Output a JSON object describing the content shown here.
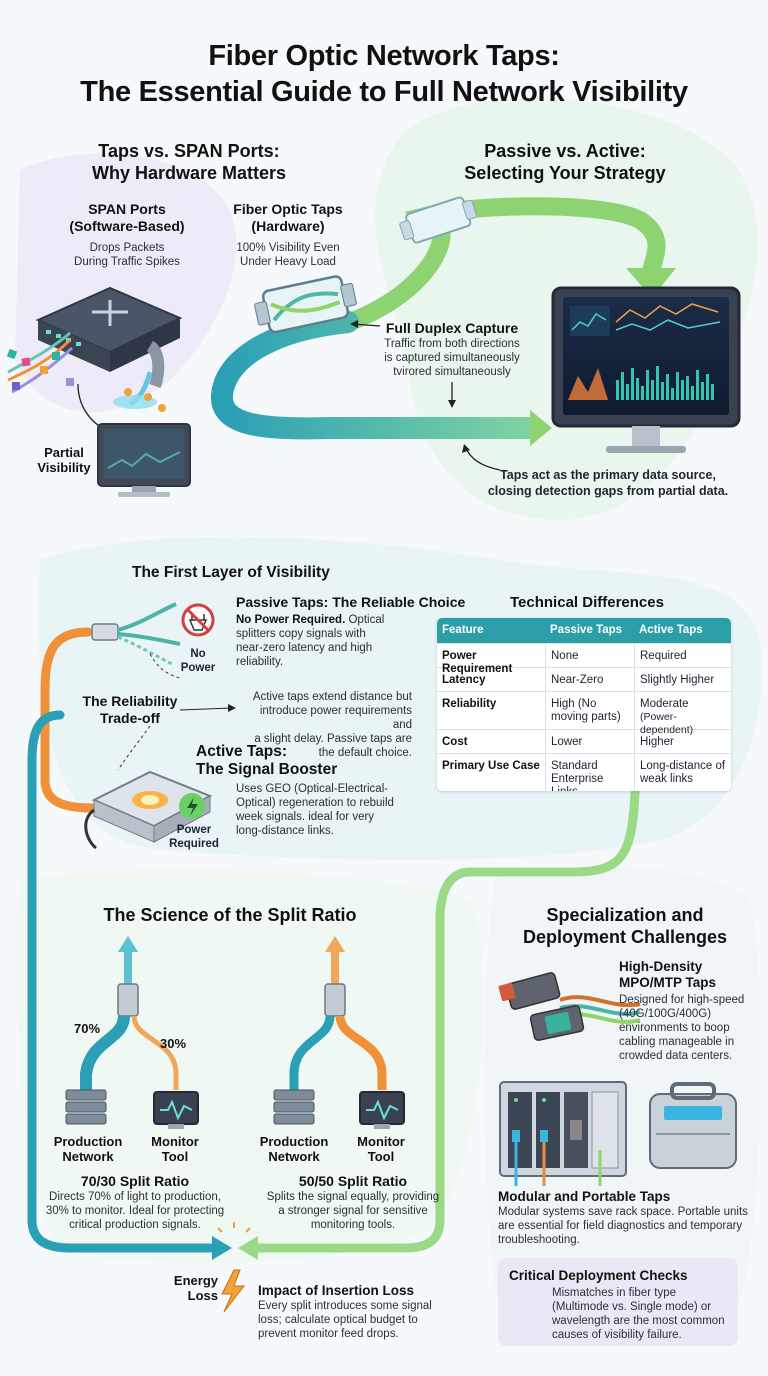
{
  "title": {
    "line1": "Fiber Optic Network Taps:",
    "line2": "The Essential Guide to Full Network Visibility"
  },
  "taps_vs_span": {
    "heading_line1": "Taps vs. SPAN Ports:",
    "heading_line2": "Why Hardware Matters",
    "span": {
      "title_line1": "SPAN Ports",
      "title_line2": "(Software-Based)",
      "desc_line1": "Drops Packets",
      "desc_line2": "During Traffic Spikes"
    },
    "fiber": {
      "title_line1": "Fiber Optic Taps",
      "title_line2": "(Hardware)",
      "desc_line1": "100% Visibility Even",
      "desc_line2": "Under Heavy Load"
    },
    "partial_line1": "Partial",
    "partial_line2": "Visibility"
  },
  "passive_active": {
    "heading_line1": "Passive vs. Active:",
    "heading_line2": "Selecting Your Strategy",
    "duplex_title": "Full Duplex Capture",
    "duplex_line1": "Traffic from both directions",
    "duplex_line2": "is captured simultaneously",
    "duplex_line3": "tvirored simultaneously",
    "primary_line1": "Taps act as the primary data source,",
    "primary_line2": "closing detection gaps from partial data."
  },
  "first_layer": {
    "heading": "The First Layer of Visibility",
    "passive_title": "Passive Taps: The Reliable Choice",
    "passive_bold": "No Power Required.",
    "passive_line1_rest": " Optical",
    "passive_line2": "splitters copy signals with",
    "passive_line3": "near-zero latency and high",
    "passive_line4": "reliability.",
    "no_power_line1": "No",
    "no_power_line2": "Power",
    "tradeoff_line1": "The Reliability",
    "tradeoff_line2": "Trade-off",
    "tradeoff_desc_line1": "Active taps extend distance but",
    "tradeoff_desc_line2": "introduce power requirements and",
    "tradeoff_desc_line3": "a slight delay. Passive taps are",
    "tradeoff_desc_line4": "the default choice.",
    "active_title_line1": "Active Taps:",
    "active_title_line2": "The Signal Booster",
    "active_line1": "Uses GEO (Optical-Electrical-",
    "active_line2": "Optical) regeneration to rebuild",
    "active_line3": "week signals. ideal for very",
    "active_line4": "long-distance links.",
    "power_req_line1": "Power",
    "power_req_line2": "Required"
  },
  "tech_diff": {
    "heading": "Technical Differences",
    "headers": [
      "Feature",
      "Passive Taps",
      "Active Taps"
    ],
    "rows": [
      {
        "feature": "Power Requirement",
        "passive": "None",
        "active": "Required",
        "active_sub": ""
      },
      {
        "feature": "Latency",
        "passive": "Near-Zero",
        "active": "Slightly Higher",
        "active_sub": ""
      },
      {
        "feature": "Reliability",
        "passive": "High (No moving parts)",
        "active": "Moderate",
        "active_sub": "(Power-dependent)"
      },
      {
        "feature": "Cost",
        "passive": "Lower",
        "active": "Higher",
        "active_sub": ""
      },
      {
        "feature": "Primary Use Case",
        "passive": "Standard Enterprise Links",
        "active": "Long-distance of weak links",
        "active_sub": ""
      }
    ]
  },
  "split_ratio": {
    "heading": "The Science of the Split Ratio",
    "pct70": "70%",
    "pct30": "30%",
    "prod_line1": "Production",
    "prod_line2": "Network",
    "mon_line1": "Monitor",
    "mon_line2": "Tool",
    "r7030_title": "70/30 Split Ratio",
    "r7030_line1": "Directs 70% of light to production,",
    "r7030_line2": "30% to monitor. Ideal for protecting",
    "r7030_line3": "critical production signals.",
    "r5050_title": "50/50 Split Ratio",
    "r5050_line1": "Splits the signal equally, providing",
    "r5050_line2": "a stronger signal for sensitive",
    "r5050_line3": "monitoring tools.",
    "energy_line1": "Energy",
    "energy_line2": "Loss",
    "impact_title": "Impact of Insertion Loss",
    "impact_line1": "Every split introduces some signal",
    "impact_line2": "loss; calculate optical budget to",
    "impact_line3": "prevent monitor feed drops."
  },
  "special": {
    "heading_line1": "Specialization and",
    "heading_line2": "Deployment Challenges",
    "mpo_title_line1": "High-Density",
    "mpo_title_line2": "MPO/MTP Taps",
    "mpo_line1": "Designed for high-speed",
    "mpo_line2": "(40G/100G/400G)",
    "mpo_line3": "environments to boop",
    "mpo_line4": "cabling manageable in",
    "mpo_line5": "crowded data centers.",
    "modular_title": "Modular and Portable Taps",
    "modular_line1": "Modular systems save rack space. Portable units",
    "modular_line2": "are essential for field diagnostics and temporary",
    "modular_line3": "troubleshooting.",
    "crit_title": "Critical Deployment Checks",
    "crit_line1": "Mismatches in fiber type",
    "crit_line2": "(Multimode vs. Single mode) or",
    "crit_line3": "wavelength are the most common",
    "crit_line4": "causes of visibility failure."
  },
  "colors": {
    "teal": "#2b9ea8",
    "green": "#8fd06c",
    "orange": "#f0913a",
    "warn": "#f6a23a"
  }
}
